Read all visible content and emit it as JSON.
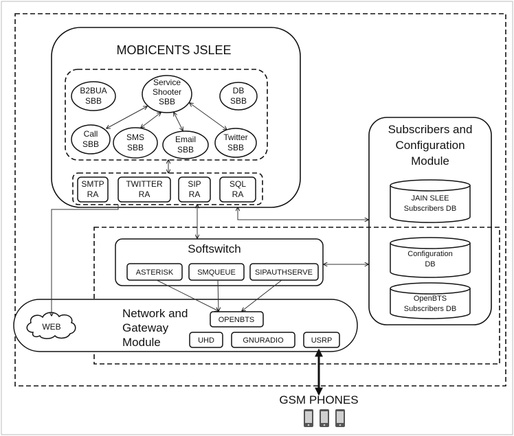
{
  "mobicents": {
    "title": "MOBICENTS JSLEE",
    "sbbs": {
      "b2bua": [
        "B2BUA",
        "SBB"
      ],
      "service_shooter": [
        "Service",
        "Shooter",
        "SBB"
      ],
      "db": [
        "DB",
        "SBB"
      ],
      "call": [
        "Call",
        "SBB"
      ],
      "sms": [
        "SMS",
        "SBB"
      ],
      "email": [
        "Email",
        "SBB"
      ],
      "twitter": [
        "Twitter",
        "SBB"
      ]
    },
    "ras": {
      "smtp": [
        "SMTP",
        "RA"
      ],
      "twitter": [
        "TWITTER",
        "RA"
      ],
      "sip": [
        "SIP",
        "RA"
      ],
      "sql": [
        "SQL",
        "RA"
      ]
    }
  },
  "subscribers_module": {
    "title": [
      "Subscribers and",
      "Configuration",
      "Module"
    ],
    "dbs": {
      "jain": [
        "JAIN SLEE",
        "Subscribers DB"
      ],
      "config": [
        "Configuration",
        "DB"
      ],
      "openbts": [
        "OpenBTS",
        "Subscribers DB"
      ]
    }
  },
  "softswitch": {
    "title": "Softswitch",
    "components": {
      "asterisk": "ASTERISK",
      "smqueue": "SMQUEUE",
      "sipauthserve": "SIPAUTHSERVE"
    }
  },
  "network_module": {
    "title": [
      "Network and",
      "Gateway",
      "Module"
    ],
    "components": {
      "openbts": "OPENBTS",
      "uhd": "UHD",
      "gnuradio": "GNURADIO",
      "usrp": "USRP"
    }
  },
  "web": "WEB",
  "gsm_phones": "GSM PHONES"
}
